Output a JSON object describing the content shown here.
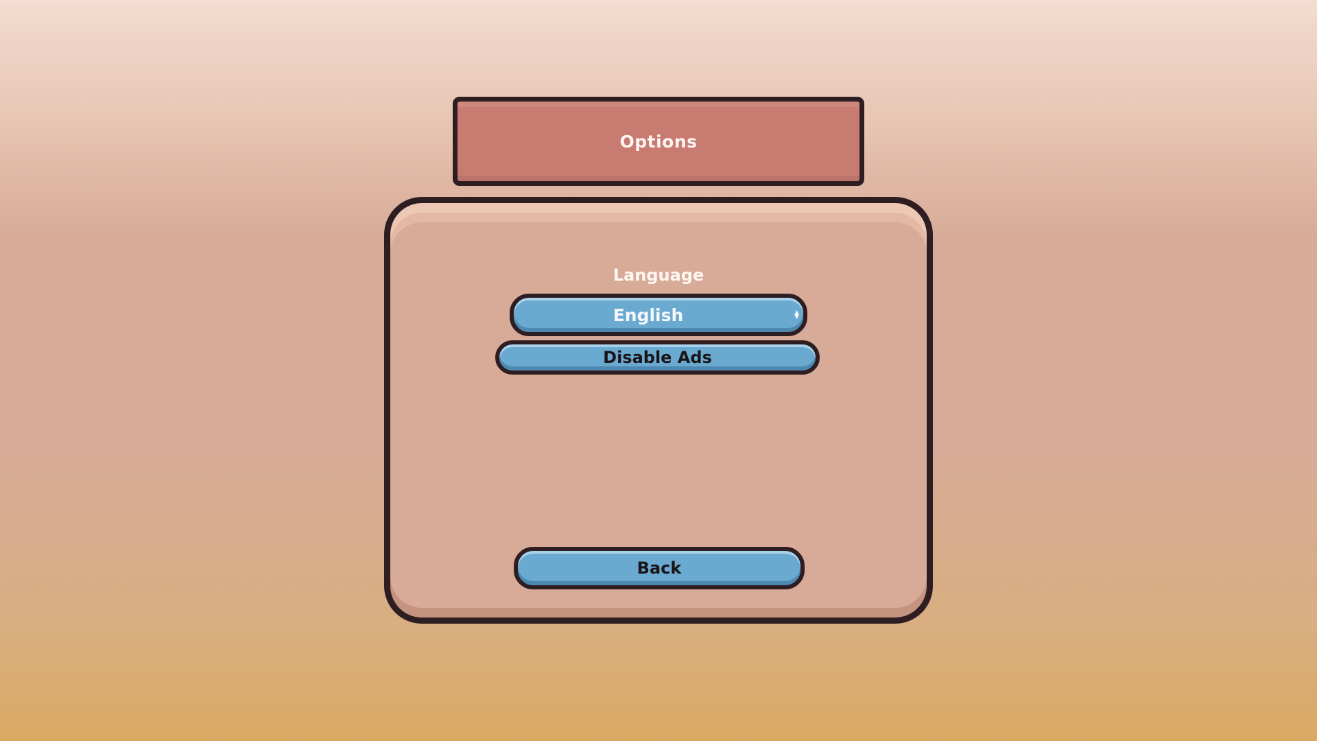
{
  "screen": {
    "title": "Options"
  },
  "language": {
    "label": "Language",
    "selected": "English"
  },
  "buttons": {
    "disable_ads": "Disable Ads",
    "back": "Back"
  },
  "colors": {
    "title_plaque": "#c87b70",
    "panel": "#d7ab98",
    "button": "#6aaad0",
    "outline": "#2e1e22"
  },
  "icons": {
    "select_arrows": "up-down-chevron-icon"
  }
}
